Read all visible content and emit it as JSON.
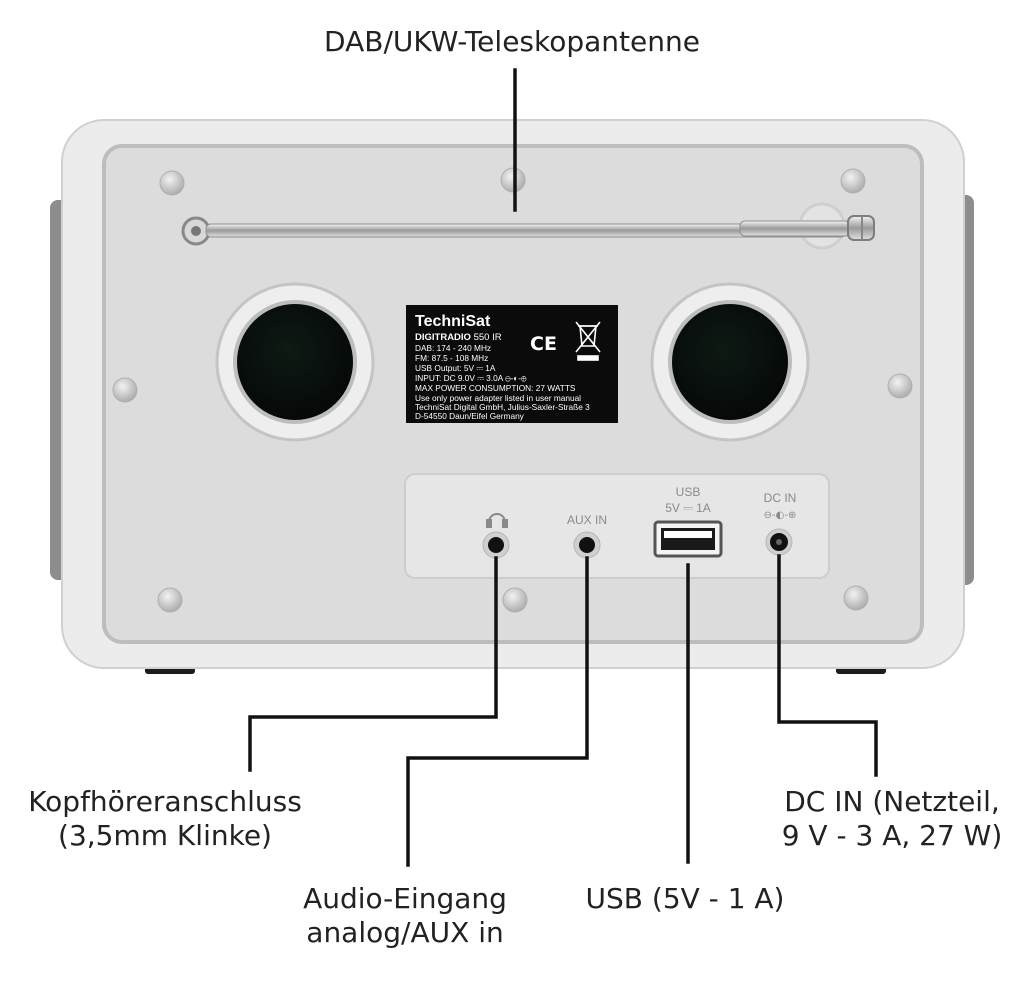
{
  "brand": {
    "name": "TechniSat",
    "model_prefix": "DIGITRADIO",
    "model_number": "550 IR",
    "ce_mark": "CE",
    "weee_icon": "crossed-bin-icon"
  },
  "rating_plate": [
    "DAB: 174 - 240 MHz",
    "FM: 87.5 - 108 MHz",
    "USB Output: 5V ⎓ 1A",
    "INPUT: DC 9.0V ⎓ 3.0A ⊖-◐-⊕",
    "MAX POWER CONSUMPTION: 27 WATTS",
    "Use only power adapter listed in user manual",
    "TechniSat Digital GmbH, Julius-Saxler-Straße 3",
    "D-54550 Daun/Eifel Germany"
  ],
  "ports": {
    "headphone_icon": "headphones-icon",
    "aux_label": "AUX IN",
    "usb_label": "USB",
    "usb_rating": "5V ⎓ 1A",
    "dc_label": "DC IN",
    "dc_polarity": "⊖-◐-⊕"
  },
  "callouts": {
    "antenna": [
      "DAB/UKW-Teleskopantenne"
    ],
    "headphone": [
      "Kopfhöreranschluss",
      "(3,5mm Klinke)"
    ],
    "aux": [
      "Audio-Eingang",
      "analog/AUX in"
    ],
    "usb": [
      "USB (5V - 1 A)"
    ],
    "dc": [
      "DC IN (Netzteil,",
      "9 V - 3 A, 27 W)"
    ]
  },
  "colors": {
    "case": "#e7e7e7",
    "case_edge": "#f4f4f4",
    "panel": "#d9d9d9",
    "plate": "#0b0b0b",
    "leader": "#111111",
    "label_text": "#222222"
  }
}
